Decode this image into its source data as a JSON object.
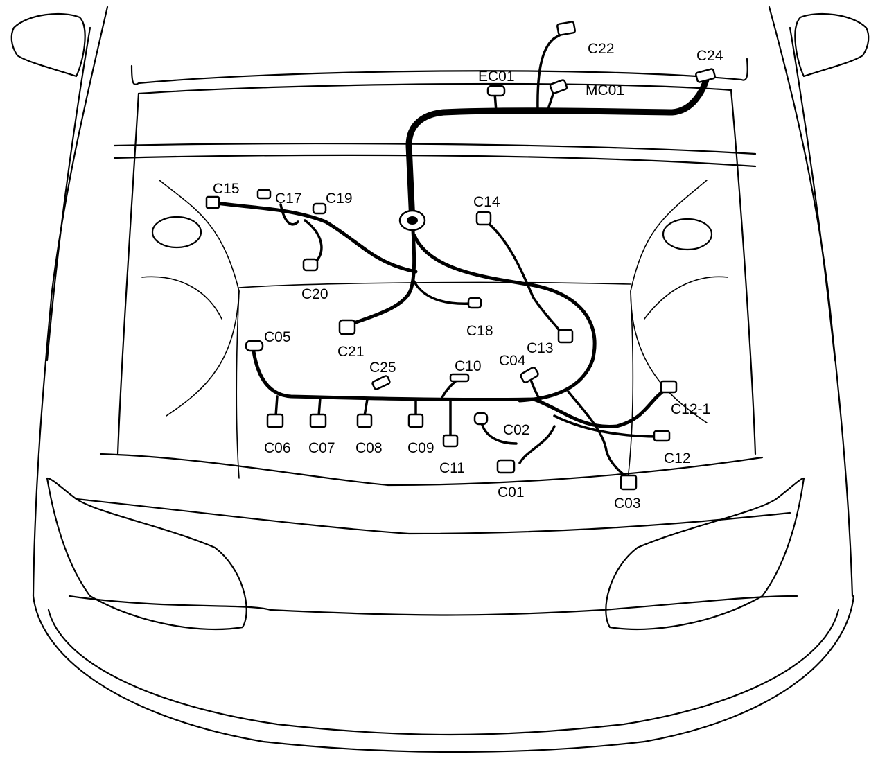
{
  "connectors": [
    {
      "id": "C22",
      "label": "C22"
    },
    {
      "id": "C24",
      "label": "C24"
    },
    {
      "id": "EC01",
      "label": "EC01"
    },
    {
      "id": "MC01",
      "label": "MC01"
    },
    {
      "id": "C15",
      "label": "C15"
    },
    {
      "id": "C17",
      "label": "C17"
    },
    {
      "id": "C19",
      "label": "C19"
    },
    {
      "id": "C14",
      "label": "C14"
    },
    {
      "id": "C20",
      "label": "C20"
    },
    {
      "id": "C18",
      "label": "C18"
    },
    {
      "id": "C21",
      "label": "C21"
    },
    {
      "id": "C05",
      "label": "C05"
    },
    {
      "id": "C13",
      "label": "C13"
    },
    {
      "id": "C04",
      "label": "C04"
    },
    {
      "id": "C25",
      "label": "C25"
    },
    {
      "id": "C10",
      "label": "C10"
    },
    {
      "id": "C12-1",
      "label": "C12-1"
    },
    {
      "id": "C02",
      "label": "C02"
    },
    {
      "id": "C12",
      "label": "C12"
    },
    {
      "id": "C06",
      "label": "C06"
    },
    {
      "id": "C07",
      "label": "C07"
    },
    {
      "id": "C08",
      "label": "C08"
    },
    {
      "id": "C09",
      "label": "C09"
    },
    {
      "id": "C11",
      "label": "C11"
    },
    {
      "id": "C01",
      "label": "C01"
    },
    {
      "id": "C03",
      "label": "C03"
    }
  ]
}
